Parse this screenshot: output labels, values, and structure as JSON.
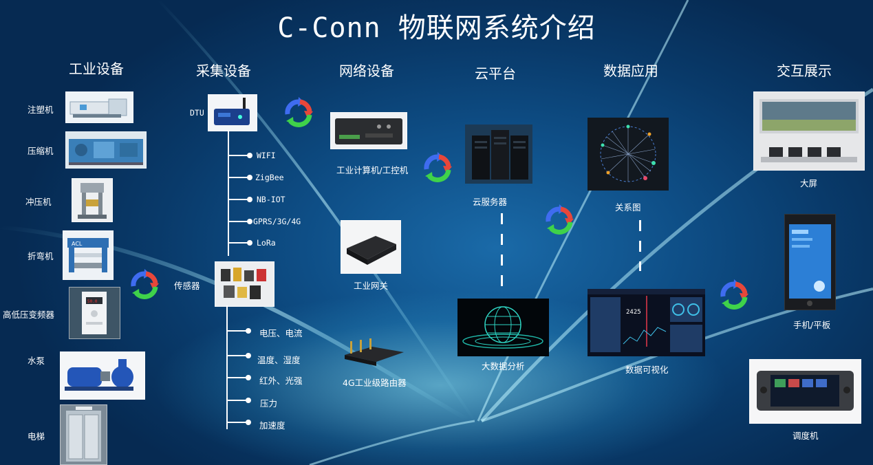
{
  "title": "C-Conn 物联网系统介绍",
  "columns": {
    "industrial": "工业设备",
    "collection": "采集设备",
    "network": "网络设备",
    "cloud": "云平台",
    "data_app": "数据应用",
    "display": "交互展示"
  },
  "industrial_devices": [
    "注塑机",
    "压缩机",
    "冲压机",
    "折弯机",
    "高低压变频器",
    "水泵",
    "电梯"
  ],
  "collection": {
    "dtu_label": "DTU",
    "dtu_protocols": [
      "WIFI",
      "ZigBee",
      "NB-IOT",
      "GPRS/3G/4G",
      "LoRa"
    ],
    "sensor_label": "传感器",
    "sensor_types": [
      "电压、电流",
      "温度、湿度",
      "红外、光强",
      "压力",
      "加速度"
    ]
  },
  "network_devices": [
    "工业计算机/工控机",
    "工业网关",
    "4G工业级路由器"
  ],
  "cloud": {
    "server": "云服务器",
    "bigdata": "大数据分析"
  },
  "data_apps": {
    "graph": "关系图",
    "visualization": "数据可视化",
    "dashboard_number": "2425"
  },
  "display_devices": [
    "大屏",
    "手机/平板",
    "调度机"
  ],
  "colors": {
    "background": "#0b4a80",
    "text": "#ffffff",
    "cycle_red": "#e8473a",
    "cycle_green": "#3fd24a",
    "cycle_blue": "#3f6cf0"
  }
}
